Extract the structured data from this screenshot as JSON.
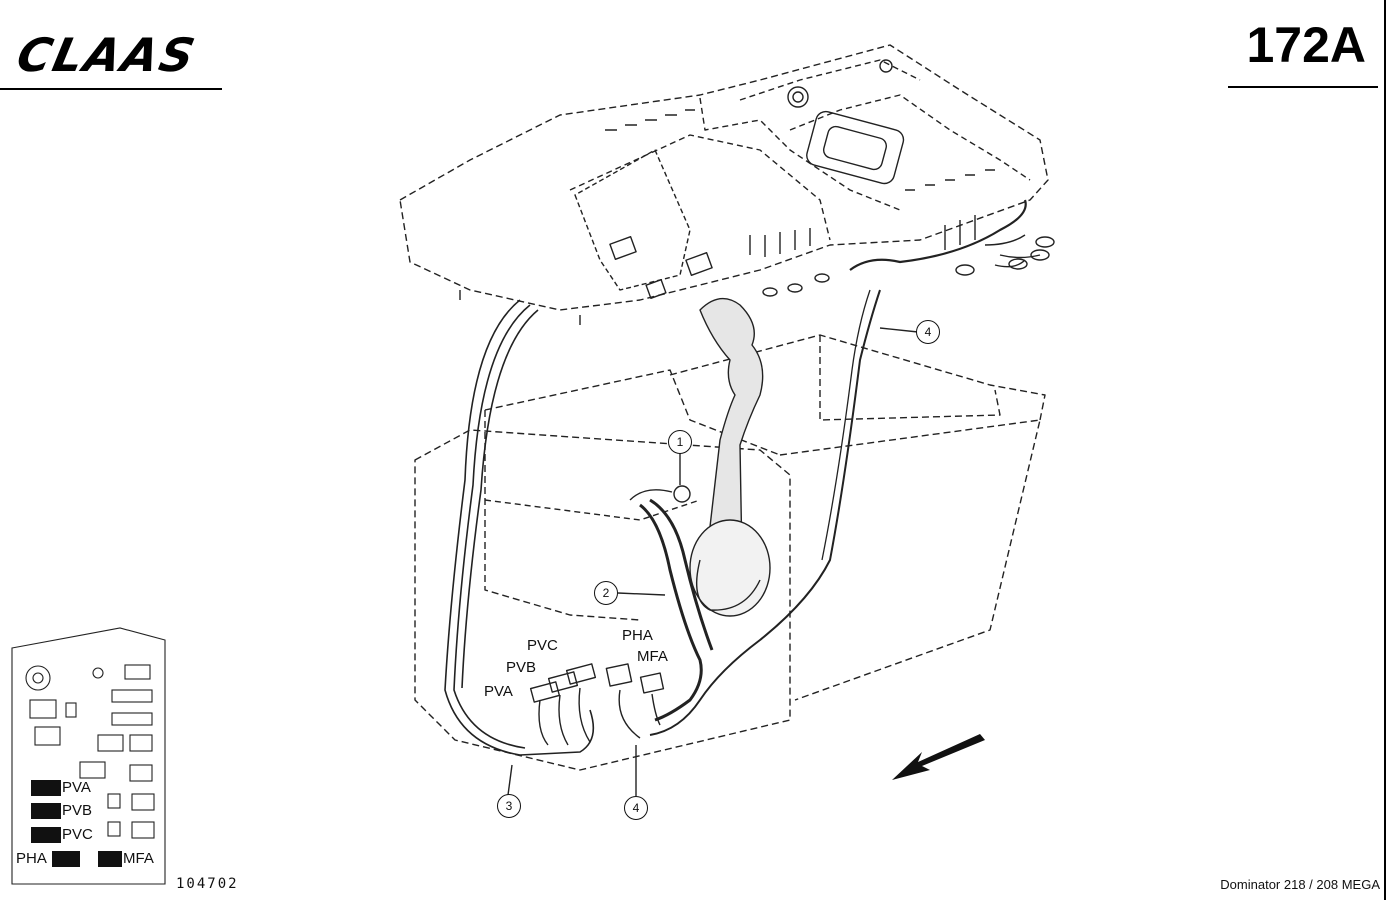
{
  "header": {
    "logo_text": "CLAAS",
    "sheet_number": "172A"
  },
  "footer": {
    "doc_code": "104702",
    "model": "Dominator 218 / 208 MEGA"
  },
  "connectors": {
    "pvc": "PVC",
    "pvb": "PVB",
    "pva": "PVA",
    "pha": "PHA",
    "mfa": "MFA"
  },
  "callouts": [
    "1",
    "2",
    "3",
    "4",
    "4"
  ],
  "legend": {
    "items": [
      "PVA",
      "PVB",
      "PVC",
      "PHA",
      "MFA"
    ]
  }
}
